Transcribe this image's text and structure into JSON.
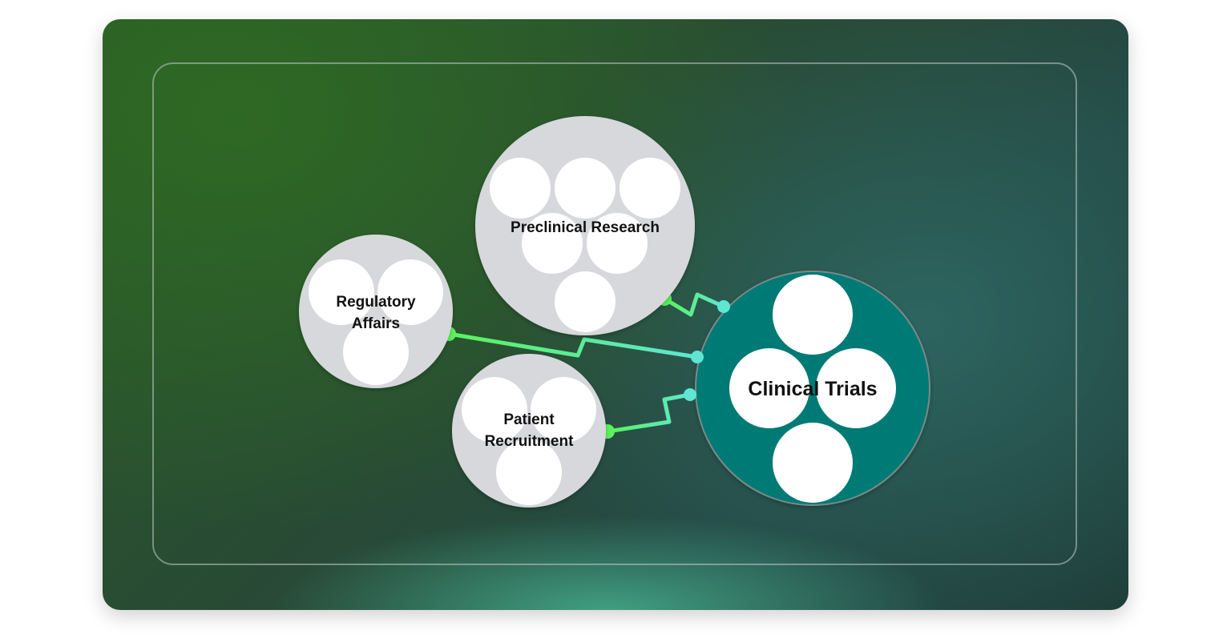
{
  "nodes": {
    "preclinical": {
      "label": "Preclinical Research"
    },
    "regulatory": {
      "label_line1": "Regulatory",
      "label_line2": "Affairs"
    },
    "patient": {
      "label_line1": "Patient",
      "label_line2": "Recruitment"
    },
    "clinical": {
      "label": "Clinical Trials"
    }
  },
  "colors": {
    "satellite_fill": "#d7d8db",
    "hub_fill": "#007a74",
    "inner_circle": "#ffffff",
    "connector_start": "#5cf25c",
    "connector_end": "#5ee6d2"
  },
  "connections": [
    {
      "from": "preclinical",
      "to": "clinical"
    },
    {
      "from": "regulatory",
      "to": "clinical"
    },
    {
      "from": "patient",
      "to": "clinical"
    }
  ]
}
